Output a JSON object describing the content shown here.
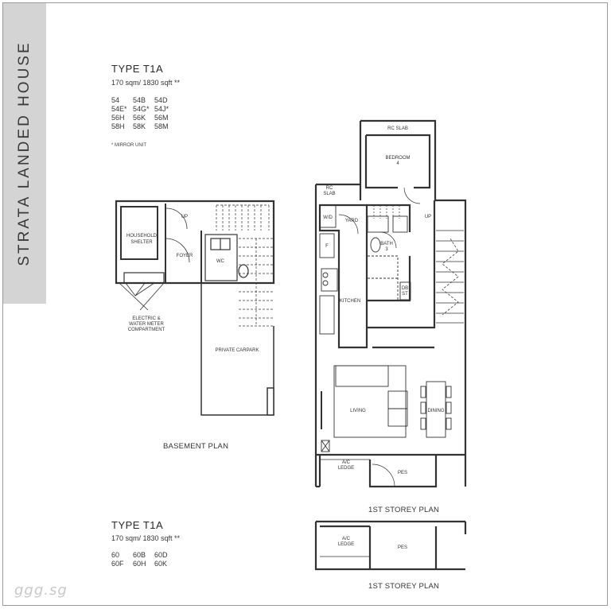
{
  "side_title": "STRATA LANDED HOUSE",
  "block_1": {
    "type_title": "TYPE T1A",
    "area": "170 sqm/ 1830 sqft **",
    "units": [
      "54",
      "54B",
      "54D",
      "54E*",
      "54G*",
      "54J*",
      "56H",
      "56K",
      "56M",
      "58H",
      "58K",
      "58M"
    ],
    "note": "* MIRROR UNIT"
  },
  "block_2": {
    "type_title": "TYPE T1A",
    "area": "170 sqm/ 1830 sqft **",
    "units": [
      "60",
      "60B",
      "60D",
      "60F",
      "60H",
      "60K"
    ]
  },
  "plans": {
    "basement": {
      "label": "BASEMENT PLAN",
      "rooms": {
        "household_shelter": [
          "HOUSEHOLD",
          "SHELTER"
        ],
        "foyer": "FOYER",
        "wc": "WC",
        "up": "UP",
        "private_carpark": "PRIVATE CARPARK",
        "meter": [
          "ELECTRIC &",
          "WATER METER",
          "COMPARTMENT"
        ]
      }
    },
    "first_storey": {
      "label": "1ST STOREY PLAN",
      "rooms": {
        "rc_slab_top": "RC SLAB",
        "rc_slab_left": [
          "RC",
          "SLAB"
        ],
        "bedroom": "BEDROOM",
        "bedroom_no": "4",
        "wd": "W/D",
        "yard": "YARD",
        "bath": "BATH",
        "bath_no": "3",
        "fridge": "F",
        "dbst": [
          "DB",
          "ST"
        ],
        "kitchen": "KITCHEN",
        "up": "UP",
        "living": "LIVING",
        "dining": "DINING",
        "ac_ledge": [
          "A/C",
          "LEDGE"
        ],
        "pes": "PES"
      }
    },
    "first_storey_2": {
      "label": "1ST STOREY PLAN",
      "rooms": {
        "ac_ledge": [
          "A/C",
          "LEDGE"
        ],
        "pes": "PES"
      }
    }
  },
  "watermark": "ggg.sg",
  "colors": {
    "band": "#d4d4d4",
    "line": "#333333",
    "frame": "#9a9a9a"
  }
}
